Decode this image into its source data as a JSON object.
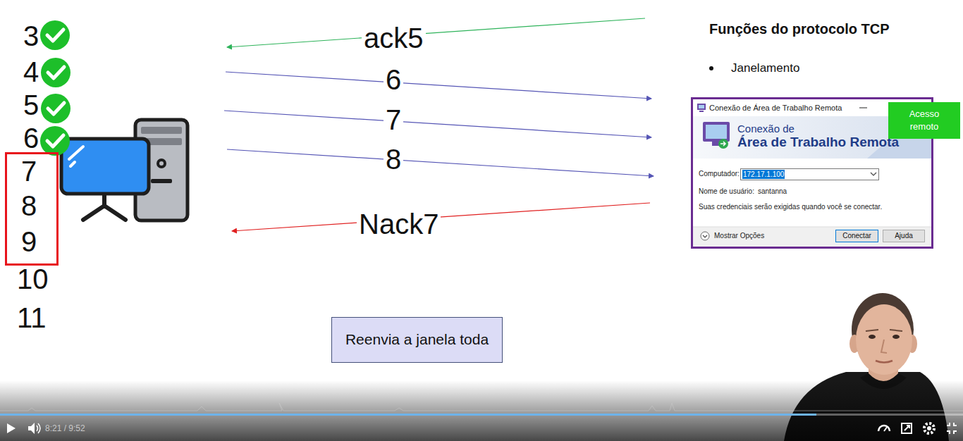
{
  "diagram": {
    "title": "Funções do protocolo TCP",
    "nodes": [
      {
        "text": [
          "7",
          "8",
          "9"
        ]
      },
      {
        "text": [
          "Reenvia a janela toda"
        ]
      },
      {
        "text": [
          "Acesso remoto"
        ]
      },
      {
        "text": [
          "Conexão de Área de Trabalho Remota",
          "Conexão de",
          "Área de Trabalho Remota",
          "Computador:",
          "Nome de usuário:",
          "santanna",
          "Suas credenciais serão exigidas quando você se conectar.",
          "Mostrar Opções"
        ]
      },
      {
        "text": [
          "172.17.1.100"
        ],
        "in": 3
      },
      {
        "text": [
          "Conectar"
        ],
        "in": 3
      },
      {
        "text": [
          "Ajuda"
        ],
        "in": 3
      }
    ],
    "labels": [
      "3",
      "4",
      "5",
      "6",
      "10",
      "11",
      "ack5",
      "6",
      "7",
      "8",
      "Nack7",
      "Janelamento",
      "8:21 / 9:52"
    ]
  }
}
